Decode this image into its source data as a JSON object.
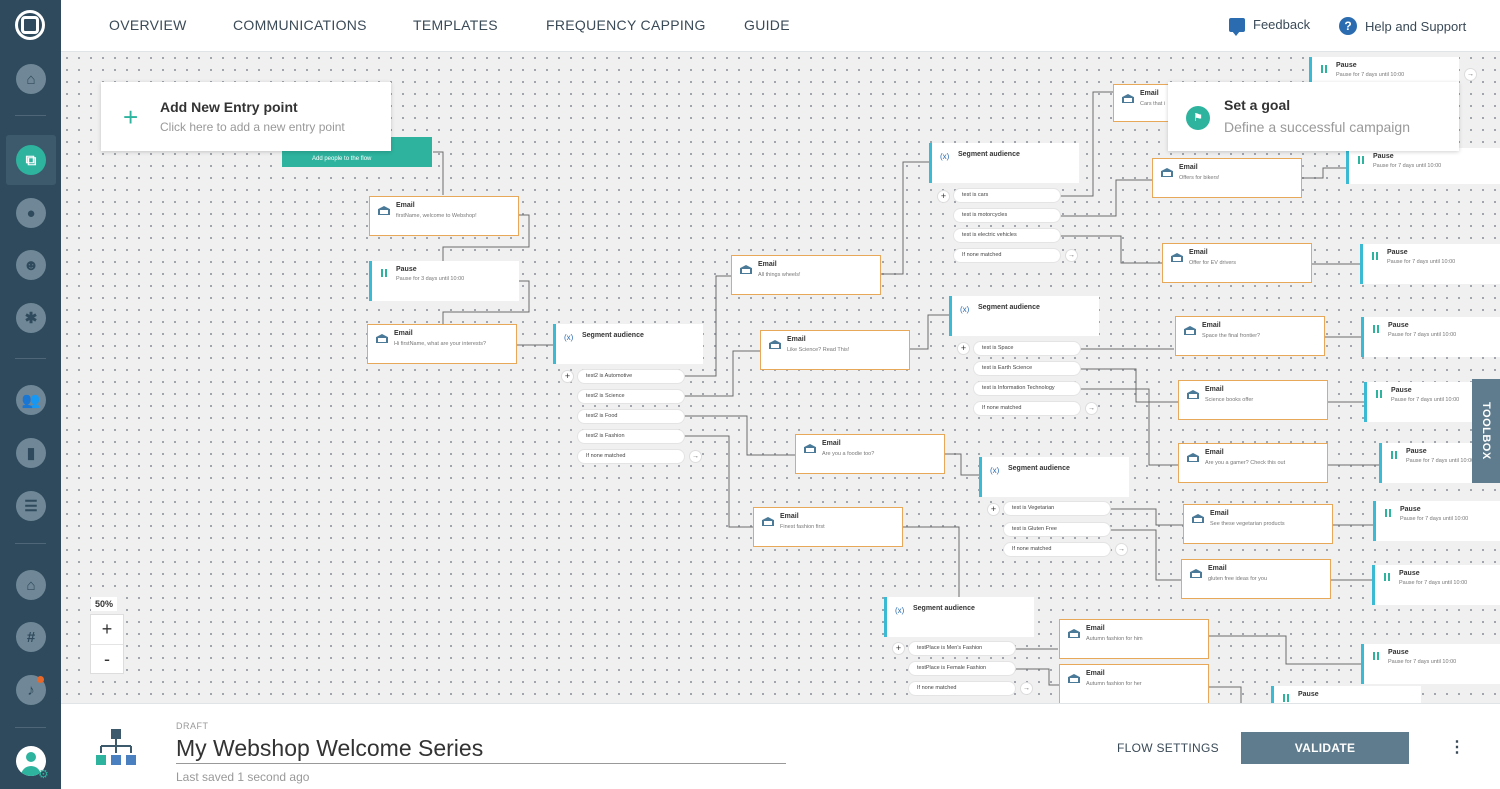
{
  "nav": {
    "tabs": [
      "OVERVIEW",
      "COMMUNICATIONS",
      "TEMPLATES",
      "FREQUENCY CAPPING",
      "GUIDE"
    ],
    "feedback": "Feedback",
    "help": "Help and Support"
  },
  "sidebar": {
    "icons": [
      "logo-icon",
      "home-icon",
      "flows-icon",
      "conversations-icon",
      "bots-icon",
      "integrations-icon",
      "people-icon",
      "analytics-icon",
      "documents-icon",
      "store-icon",
      "hashtag-icon",
      "notifications-icon",
      "user-avatar-icon"
    ]
  },
  "canvas": {
    "entry_card": {
      "title": "Add New Entry point",
      "subtitle": "Click here to add a new entry point"
    },
    "goal_card": {
      "title": "Set a goal",
      "subtitle": "Define a successful campaign"
    },
    "entry_node": "Add people to the flow",
    "zoom": {
      "level": "50%",
      "zoom_in": "+",
      "zoom_out": "-"
    },
    "toolbox": "TOOLBOX",
    "labels": {
      "email": "Email",
      "pause": "Pause",
      "segment": "Segment audience",
      "none": "If none matched"
    },
    "emails": [
      "firstName, welcome to Webshop!",
      "Hi firstName, what are your interests?",
      "All things wheels!",
      "Like Science? Read This!",
      "Are you a foodie too?",
      "Finest fashion first",
      "Cars that i",
      "Offers for bikers!",
      "Offer for EV drivers",
      "Space the final frontier?",
      "Science books offer",
      "Are you a gamer? Check this out",
      "See these vegetarian products",
      "gluten free ideas for you",
      "Autumn fashion for him",
      "Autumn fashion for her"
    ],
    "pauses": [
      "Pause for 3 days until 10:00",
      "Pause for 7 days until 10:00"
    ],
    "segments": [
      [
        "test2 is Automotive",
        "test2 is Science",
        "test2 is Food",
        "test2 is Fashion"
      ],
      [
        "test is cars",
        "test is motorcycles",
        "test is electric vehicles"
      ],
      [
        "test is Space",
        "test is Earth Science",
        "test is Information Technology"
      ],
      [
        "test is Vegetarian",
        "test is Gluten Free"
      ],
      [
        "testPlace is Men's Fashion",
        "testPlace is Female Fashion"
      ]
    ]
  },
  "footer": {
    "status": "DRAFT",
    "flow_name": "My Webshop Welcome Series",
    "last_saved": "Last saved 1 second ago",
    "flow_settings": "FLOW SETTINGS",
    "validate": "VALIDATE",
    "more": "⋮"
  },
  "colors": {
    "sidebar": "#2f4a5c",
    "accent": "#2db39e",
    "email_border": "#e7a859",
    "pause_border": "#3bbbd3",
    "button": "#5f7c8e"
  }
}
